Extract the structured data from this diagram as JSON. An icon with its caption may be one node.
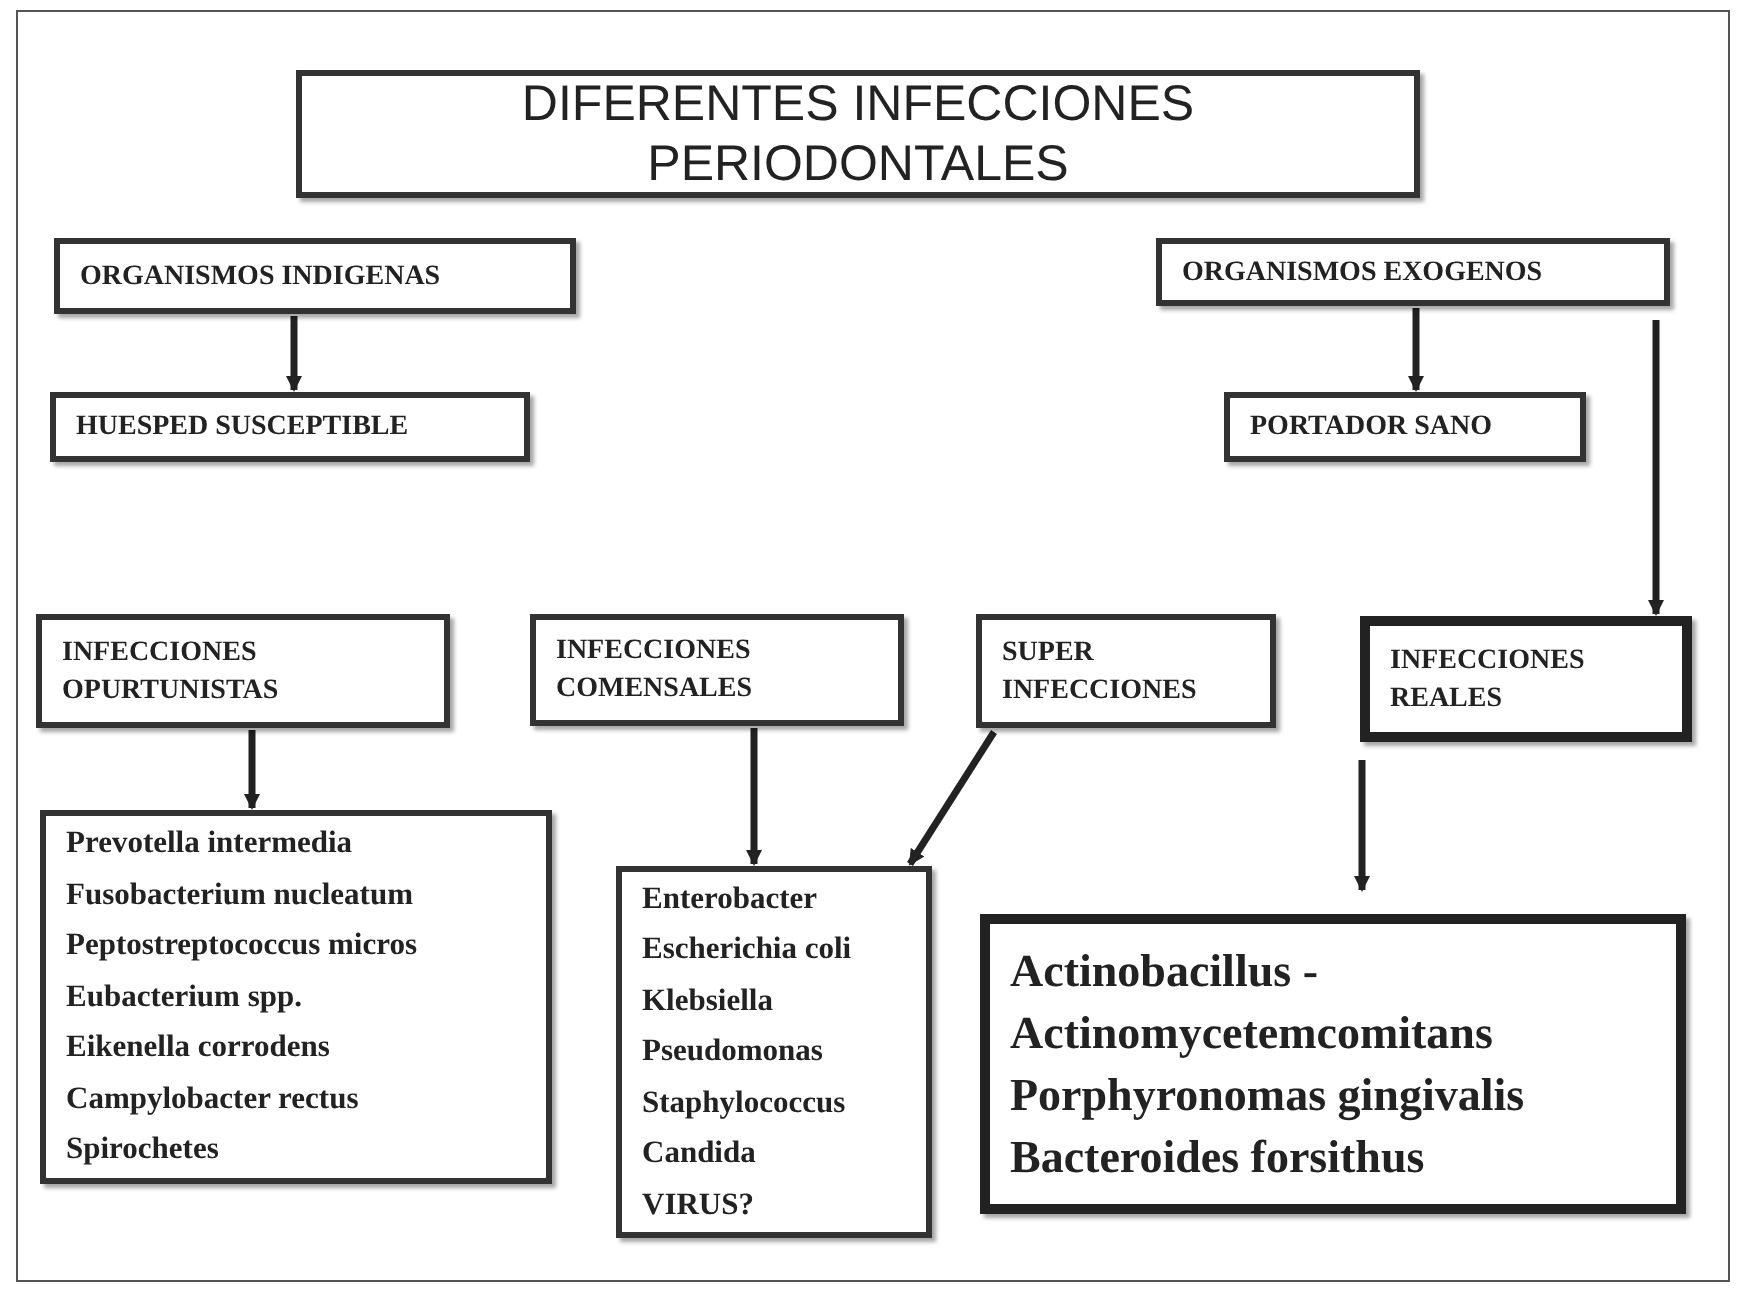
{
  "diagram": {
    "nodes": [
      {
        "text": [
          "DIFERENTES INFECCIONES PERIODONTALES"
        ]
      },
      {
        "text": [
          "ORGANISMOS INDIGENAS"
        ]
      },
      {
        "text": [
          "ORGANISMOS EXOGENOS"
        ]
      },
      {
        "text": [
          "HUESPED SUSCEPTIBLE"
        ]
      },
      {
        "text": [
          "PORTADOR SANO"
        ]
      },
      {
        "text": [
          "INFECCIONES OPURTUNISTAS"
        ]
      },
      {
        "text": [
          "INFECCIONES COMENSALES"
        ]
      },
      {
        "text": [
          "SUPER INFECCIONES"
        ]
      },
      {
        "text": [
          "INFECCIONES REALES"
        ]
      },
      {
        "text": [
          "Prevotella intermedia",
          "Fusobacterium nucleatum",
          "Peptostreptococcus micros",
          "Eubacterium spp.",
          "Eikenella corrodens",
          "Campylobacter rectus",
          "Spirochetes"
        ]
      },
      {
        "text": [
          "Enterobacter",
          "Escherichia coli",
          "Klebsiella",
          "Pseudomonas",
          "Staphylococcus",
          "Candida",
          "VIRUS?"
        ]
      },
      {
        "text": [
          "Actinobacillus -",
          "Actinomycetemcomitans",
          "Porphyronomas gingivalis",
          "Bacteroides forsithus"
        ]
      }
    ],
    "edges": [
      {
        "from": 1,
        "to": 3,
        "arrow": "to"
      },
      {
        "from": 2,
        "to": 4,
        "arrow": "to"
      },
      {
        "from": 2,
        "to": 8,
        "arrow": "to"
      },
      {
        "from": 5,
        "to": 9,
        "arrow": "to"
      },
      {
        "from": 6,
        "to": 10,
        "arrow": "to"
      },
      {
        "from": 7,
        "to": 10,
        "arrow": "to"
      },
      {
        "from": 8,
        "to": 11,
        "arrow": "to"
      }
    ]
  }
}
